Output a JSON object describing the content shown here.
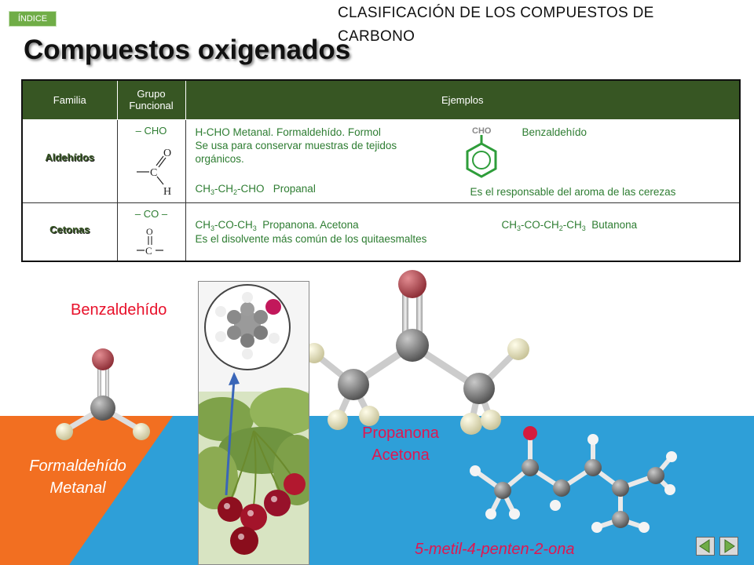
{
  "nav": {
    "index_label": "ÍNDICE"
  },
  "header": {
    "classification_title": "CLASIFICACIÓN DE LOS COMPUESTOS DE CARBONO"
  },
  "title": "Compuestos oxigenados",
  "table": {
    "headers": [
      "Familia",
      "Grupo Funcional",
      "Ejemplos"
    ],
    "rows": [
      {
        "family": "Aldehídos",
        "group": "– CHO",
        "structure_labels": {
          "o": "O",
          "c": "C",
          "h": "H"
        },
        "examples": {
          "line1": "H-CHO   Metanal. Formaldehído. Formol",
          "line2": "Se usa para conservar muestras de tejidos",
          "line3": "orgánicos.",
          "propanal": "CH3-CH2-CHO  Propanal",
          "ring_label": "CHO",
          "benz_name": "Benzaldehído",
          "benz_note": "Es el responsable del aroma de las cerezas"
        }
      },
      {
        "family": "Cetonas",
        "group": "– CO –",
        "structure_labels": {
          "o": "O",
          "c": "C"
        },
        "examples": {
          "propanona": "CH3-CO-CH3  Propanona. Acetona",
          "note": "Es el disolvente más común de los quitaesmaltes",
          "butanona": "CH3-CO-CH2-CH3  Butanona"
        }
      }
    ]
  },
  "labels": {
    "benzaldehido": "Benzaldehído",
    "formaldehido_1": "Formaldehído",
    "formaldehido_2": "Metanal",
    "propanona_1": "Propanona",
    "propanona_2": "Acetona",
    "metilpentenona": "5-metil-4-penten-2-ona"
  },
  "colors": {
    "header_green": "#375623",
    "text_green": "#2e7d32",
    "oxygen_red": "#b5474e",
    "carbon_gray": "#777777",
    "hydrogen_cream": "#f2efc8",
    "bg_blue": "#2e9fd8",
    "bg_orange": "#f26f21"
  },
  "icons": {
    "prev": "triangle-left-icon",
    "next": "triangle-right-icon"
  }
}
